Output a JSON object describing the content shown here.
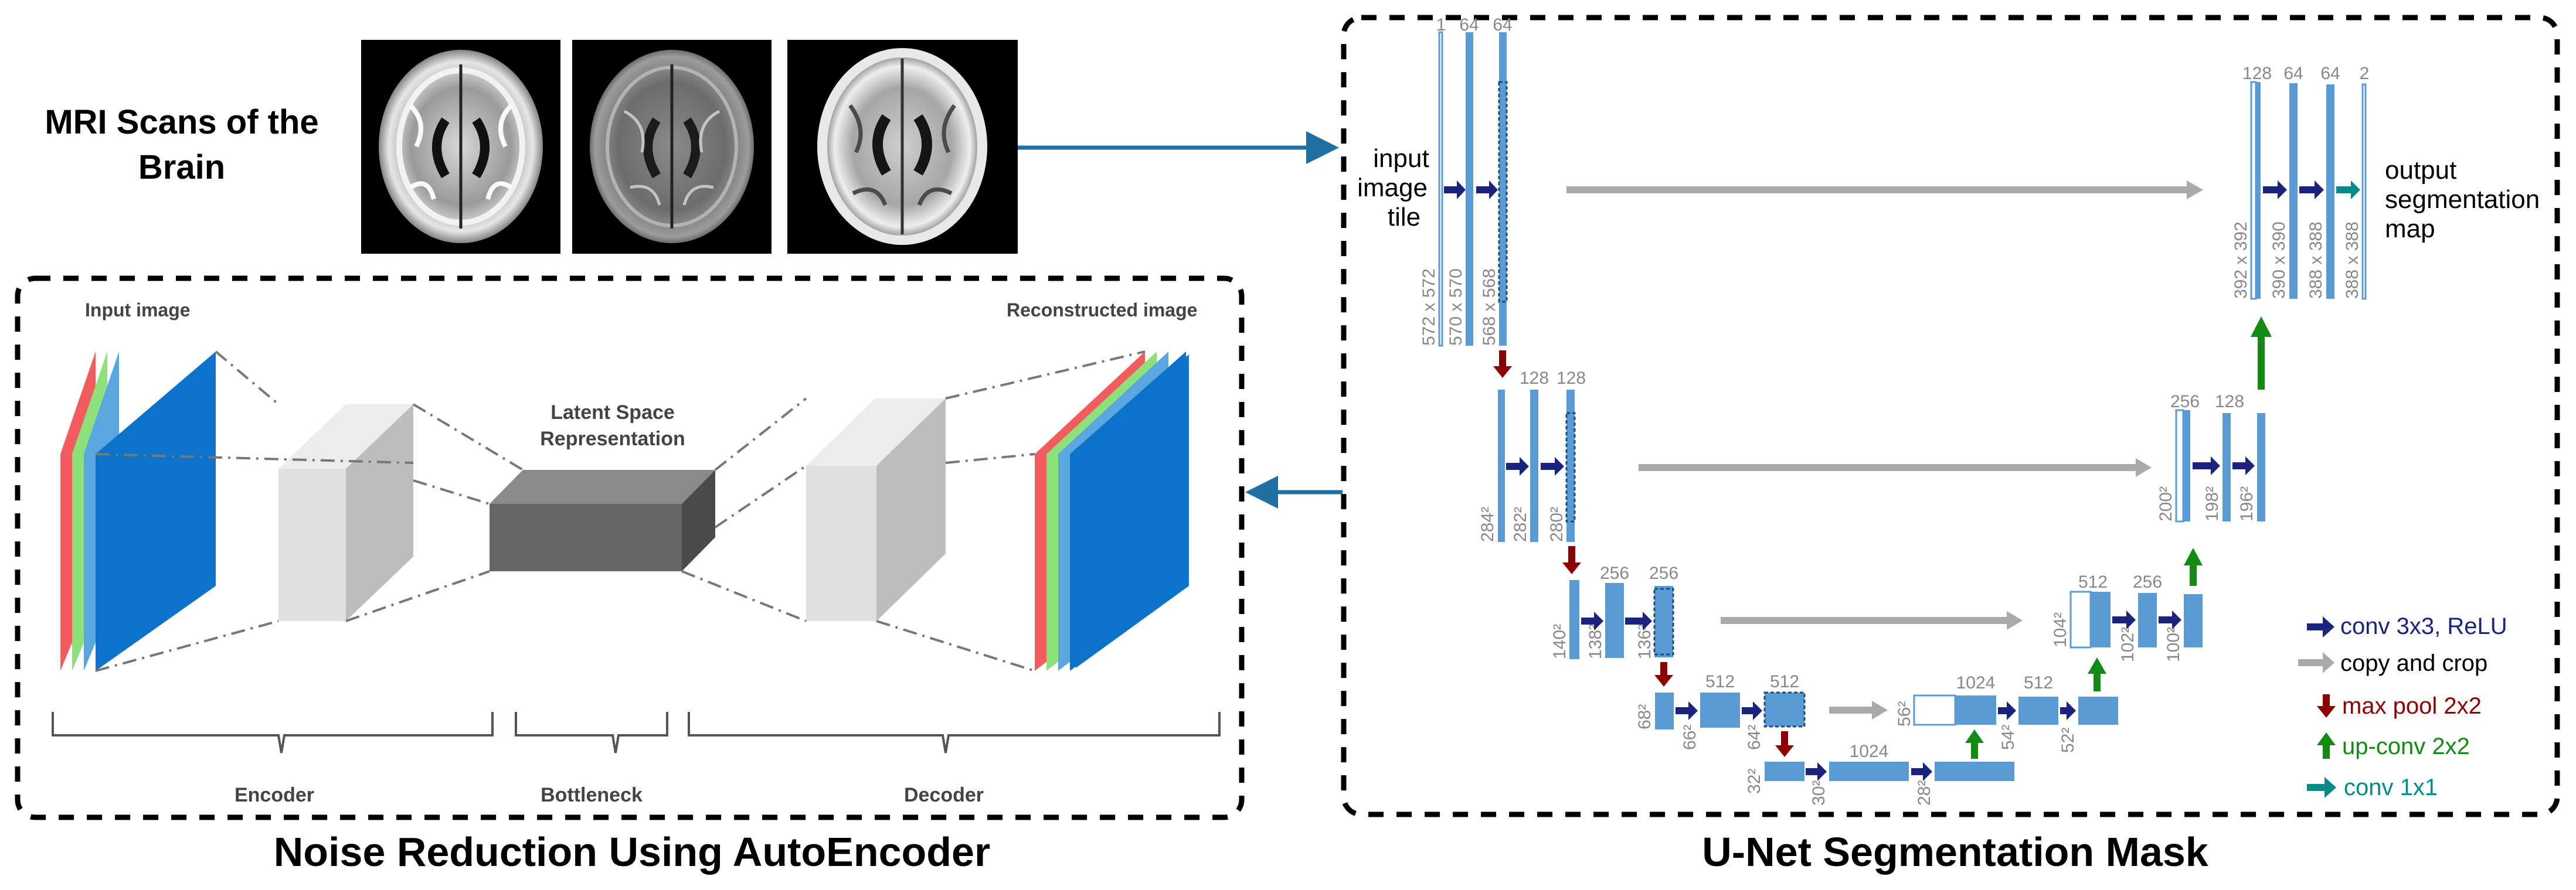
{
  "mri": {
    "title": "MRI Scans of the Brain",
    "title_lines": [
      "MRI Scans of the",
      "Brain"
    ]
  },
  "autoencoder": {
    "caption": "Noise Reduction Using AutoEncoder",
    "input_label": "Input image",
    "output_label": "Reconstructed image",
    "latent_label_lines": [
      "Latent Space",
      "Representation"
    ],
    "sections": [
      "Encoder",
      "Bottleneck",
      "Decoder"
    ]
  },
  "unet": {
    "caption": "U-Net Segmentation Mask",
    "input_label_lines": [
      "input",
      "image",
      "tile"
    ],
    "output_label_lines": [
      "output",
      "segmentation",
      "map"
    ],
    "channels": {
      "level1_down": [
        "1",
        "64",
        "64"
      ],
      "level2_down": [
        "128",
        "128"
      ],
      "level3_down": [
        "256",
        "256"
      ],
      "level4_down": [
        "512",
        "512"
      ],
      "bottom": [
        "1024"
      ],
      "level4_up": [
        "1024",
        "512"
      ],
      "level3_up": [
        "512",
        "256"
      ],
      "level2_up": [
        "256",
        "128"
      ],
      "level1_up": [
        "128",
        "64",
        "64",
        "2"
      ]
    },
    "sizes": {
      "level1_down": [
        "572 x 572",
        "570 x 570",
        "568 x 568"
      ],
      "level2_down": [
        "284²",
        "282²",
        "280²"
      ],
      "level3_down": [
        "140²",
        "138²",
        "136²"
      ],
      "level4_down": [
        "68²",
        "66²",
        "64²"
      ],
      "bottom": [
        "32²",
        "30²",
        "28²"
      ],
      "level4_up": [
        "56²",
        "54²",
        "52²"
      ],
      "level3_up": [
        "104²",
        "102²",
        "100²"
      ],
      "level2_up": [
        "200²",
        "198²",
        "196²"
      ],
      "level1_up": [
        "392 x 392",
        "390 x 390",
        "388 x 388",
        "388 x 388"
      ]
    },
    "legend": [
      {
        "label": "conv 3x3, ReLU",
        "color": "#1a237e",
        "kind": "right"
      },
      {
        "label": "copy and crop",
        "color": "#aaaaaa",
        "kind": "right"
      },
      {
        "label": "max pool 2x2",
        "color": "#8b0000",
        "kind": "down"
      },
      {
        "label": "up-conv 2x2",
        "color": "#138a13",
        "kind": "up"
      },
      {
        "label": "conv 1x1",
        "color": "#008b8b",
        "kind": "right"
      }
    ]
  },
  "colors": {
    "connector": "#1f6fa3",
    "feature_map": "#5b9bd5",
    "text_gray": "#888888",
    "channel_red": "#f25c5c",
    "channel_green": "#8ee07a",
    "channel_blue": "#0b73c9",
    "bottleneck_front": "#656565",
    "bottleneck_top": "#8a8a8a",
    "bottleneck_side": "#4a4a4a"
  }
}
